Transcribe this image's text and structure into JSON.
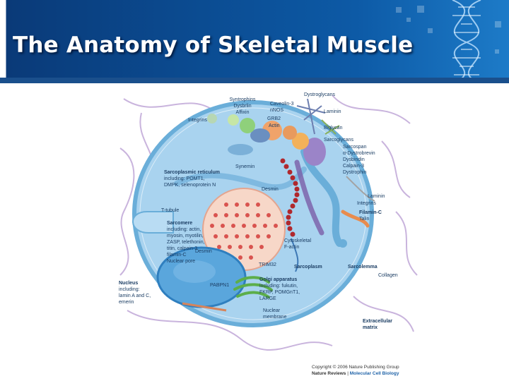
{
  "title": "The Anatomy of Skeletal Muscle",
  "colors": {
    "banner": "#0b4c92",
    "cell": "#a9d3ef",
    "membrane": "#6aaed9",
    "matrix": "#c9b4dd",
    "sarcomere": "#f7d7c8"
  },
  "labels": {
    "syntrophins": "Syntrophins",
    "dystrobrevin_top": "Dysbrlin",
    "affixin": "Affixin",
    "caveolin": "Caveolin-3",
    "nnos": "nNOS",
    "dystroglycans": "Dystroglycans",
    "laminin_top": "Laminin",
    "grb2": "GRB2",
    "actin_top": "Actin",
    "biglycan": "Biglycan",
    "integrins_top": "Integrins",
    "sarcoglycans": "Sarcoglycans",
    "sarcospan": "Sarcospan",
    "alpha_dystrobrevin": "α-Dystrobrevin",
    "dysbindin": "Dysbindin",
    "calpain3": "Calpain-3",
    "dystrophin": "Dystrophin",
    "synemin": "Synemin",
    "sarcoplasmic_reticulum": "Sarcoplasmic reticulum",
    "sr_line2": "including: POMT1,",
    "sr_line3": "DMPK, selenoprotein N",
    "desmin_top": "Desmin",
    "laminin_right": "Laminin",
    "integrins_right": "Integrins",
    "filamin": "Filamin-C",
    "talin": "Talin",
    "t_tubule": "T-tubule",
    "sarcomere": "Sarcomere",
    "sarc_line2": "including: actin,",
    "sarc_line3": "myosin, myotilin,",
    "sarc_line4": "ZASP, telethonin,",
    "sarc_line5": "titin, calpain-3",
    "sarc_line6": "filamin-C",
    "nuclear_pore": "Nuclear pore",
    "desmin_left": "Desmin",
    "cytoskeletal": "Cytoskeletal",
    "f_actin": "F-actin",
    "trim32": "TRIM32",
    "sarcoplasm": "Sarcoplasm",
    "sarcolemma": "Sarcolemma",
    "collagen": "Collagen",
    "nucleus": "Nucleus",
    "nucleus_line2": "including:",
    "nucleus_line3": "lamin A and C,",
    "nucleus_line4": "emerin",
    "parn1": "PABPN1",
    "golgi": "Golgi apparatus",
    "golgi_line2": "including: fukutin,",
    "golgi_line3": "FKRP, POMGnT1,",
    "golgi_line4": "LARGE",
    "nuclear_membrane": "Nuclear",
    "nuclear_membrane2": "membrane",
    "ecm": "Extracellular",
    "ecm2": "matrix"
  },
  "copyright": {
    "line1": "Copyright © 2006 Nature Publishing Group",
    "line2_a": "Nature Reviews",
    "line2_sep": " | ",
    "line2_b": "Molecular Cell Biology"
  }
}
